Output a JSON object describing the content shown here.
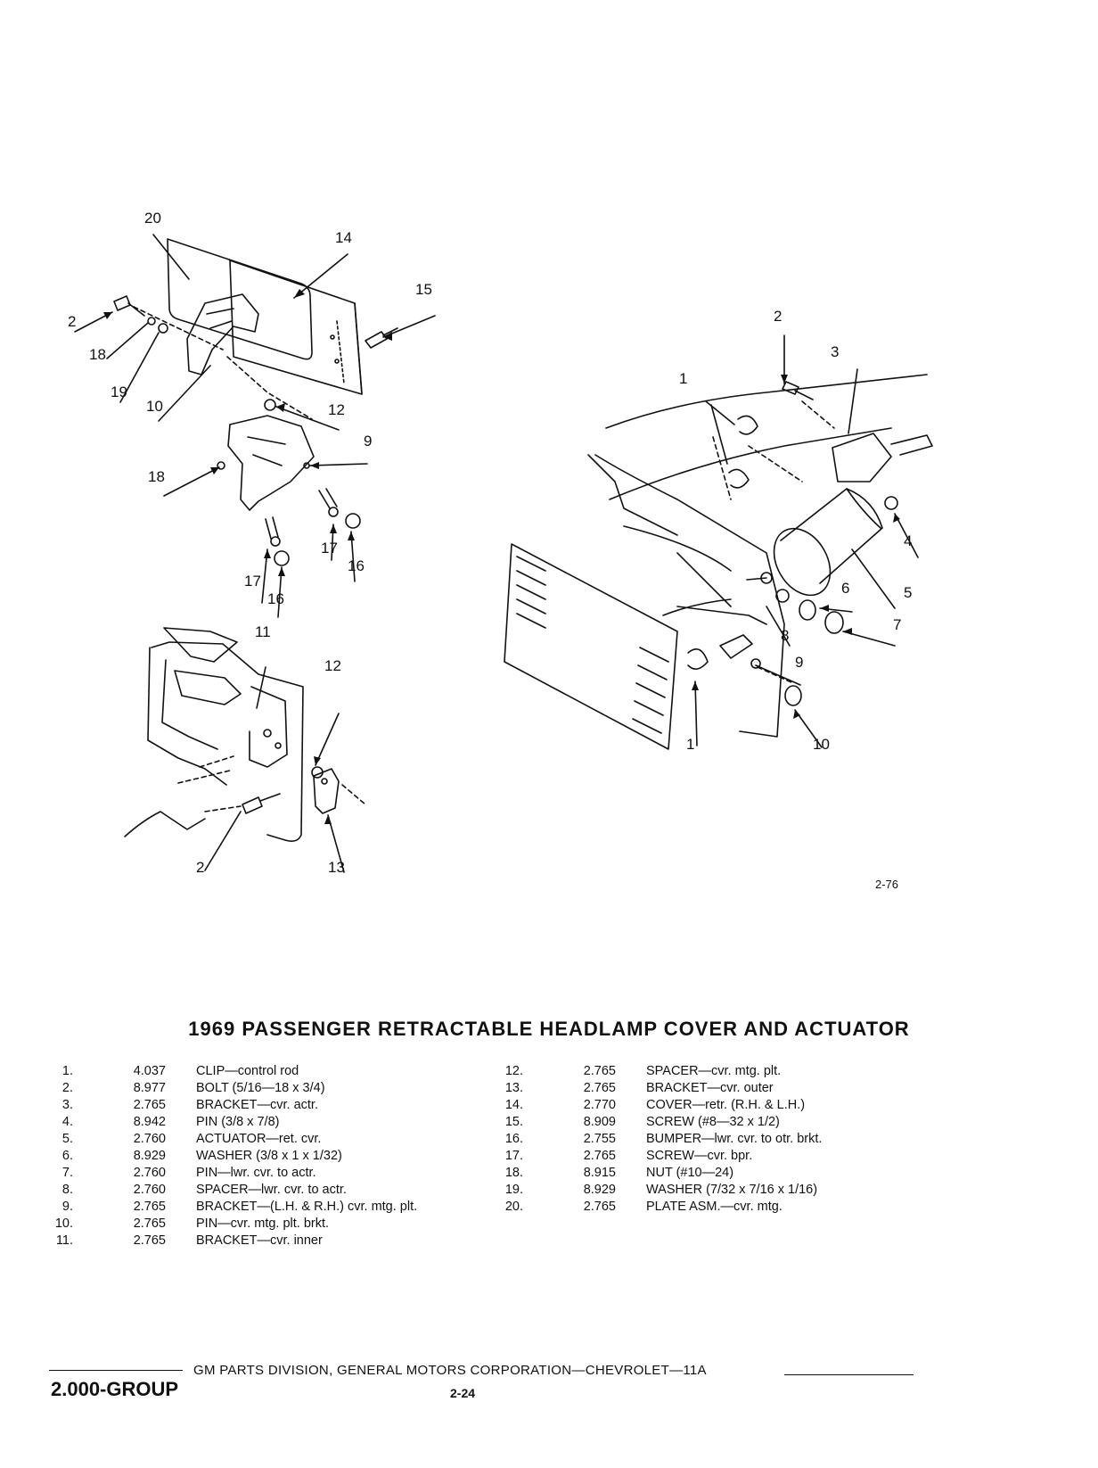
{
  "figure": {
    "code": "2-76",
    "callouts_left_top": [
      "20",
      "14",
      "15",
      "2",
      "18",
      "19",
      "10",
      "12",
      "9",
      "18",
      "17",
      "16",
      "17",
      "16"
    ],
    "callouts_left_bottom": [
      "11",
      "12",
      "2",
      "13"
    ],
    "callouts_right": [
      "2",
      "3",
      "1",
      "4",
      "5",
      "6",
      "7",
      "8",
      "9",
      "1",
      "10"
    ]
  },
  "title": "1969 PASSENGER RETRACTABLE HEADLAMP COVER AND ACTUATOR",
  "parts_left": [
    {
      "num": "1.",
      "code": "4.037",
      "desc": "CLIP—control rod"
    },
    {
      "num": "2.",
      "code": "8.977",
      "desc": "BOLT (5/16—18 x 3/4)"
    },
    {
      "num": "3.",
      "code": "2.765",
      "desc": "BRACKET—cvr. actr."
    },
    {
      "num": "4.",
      "code": "8.942",
      "desc": "PIN (3/8 x 7/8)"
    },
    {
      "num": "5.",
      "code": "2.760",
      "desc": "ACTUATOR—ret. cvr."
    },
    {
      "num": "6.",
      "code": "8.929",
      "desc": "WASHER (3/8 x 1 x 1/32)"
    },
    {
      "num": "7.",
      "code": "2.760",
      "desc": "PIN—lwr. cvr. to actr."
    },
    {
      "num": "8.",
      "code": "2.760",
      "desc": "SPACER—lwr. cvr. to actr."
    },
    {
      "num": "9.",
      "code": "2.765",
      "desc": "BRACKET—(L.H. & R.H.) cvr. mtg. plt."
    },
    {
      "num": "10.",
      "code": "2.765",
      "desc": "PIN—cvr. mtg. plt. brkt."
    },
    {
      "num": "11.",
      "code": "2.765",
      "desc": "BRACKET—cvr. inner"
    }
  ],
  "parts_right": [
    {
      "num": "12.",
      "code": "2.765",
      "desc": "SPACER—cvr. mtg. plt."
    },
    {
      "num": "13.",
      "code": "2.765",
      "desc": "BRACKET—cvr. outer"
    },
    {
      "num": "14.",
      "code": "2.770",
      "desc": "COVER—retr. (R.H. & L.H.)"
    },
    {
      "num": "15.",
      "code": "8.909",
      "desc": "SCREW (#8—32 x 1/2)"
    },
    {
      "num": "16.",
      "code": "2.755",
      "desc": "BUMPER—lwr. cvr. to otr. brkt."
    },
    {
      "num": "17.",
      "code": "2.765",
      "desc": "SCREW—cvr. bpr."
    },
    {
      "num": "18.",
      "code": "8.915",
      "desc": "NUT (#10—24)"
    },
    {
      "num": "19.",
      "code": "8.929",
      "desc": "WASHER (7/32 x 7/16 x 1/16)"
    },
    {
      "num": "20.",
      "code": "2.765",
      "desc": "PLATE ASM.—cvr. mtg."
    }
  ],
  "footer": {
    "group": "2.000-GROUP",
    "division": "GM PARTS DIVISION, GENERAL MOTORS CORPORATION—CHEVROLET—11A",
    "page": "2-24"
  }
}
